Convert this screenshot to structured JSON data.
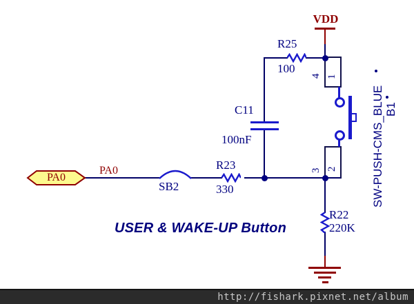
{
  "schematic": {
    "title": "USER & WAKE-UP Button",
    "power": {
      "vdd_label": "VDD"
    },
    "port": {
      "label": "PA0"
    },
    "net": {
      "label": "PA0"
    },
    "components": {
      "r25": {
        "ref": "R25",
        "value": "100"
      },
      "r23": {
        "ref": "R23",
        "value": "330"
      },
      "r22": {
        "ref": "R22",
        "value": "220K"
      },
      "c11": {
        "ref": "C11",
        "value": "100nF"
      },
      "sb2": {
        "ref": "SB2"
      },
      "switch": {
        "part": "SW-PUSH-CMS_BLUE",
        "ref": "B1",
        "pins": {
          "p4": "4",
          "p1": "1",
          "p3": "3",
          "p2": "2"
        }
      }
    }
  },
  "watermark": {
    "url_text": "http://fishark.pixnet.net/album"
  },
  "colors": {
    "wire": "#000066",
    "component_blue": "#1a1acc",
    "label_navy": "#000080",
    "power_maroon": "#8f0000",
    "port_fill": "#fdf98e",
    "watermark_bg": "#2b2b2b",
    "watermark_text": "#c9c9c9"
  }
}
